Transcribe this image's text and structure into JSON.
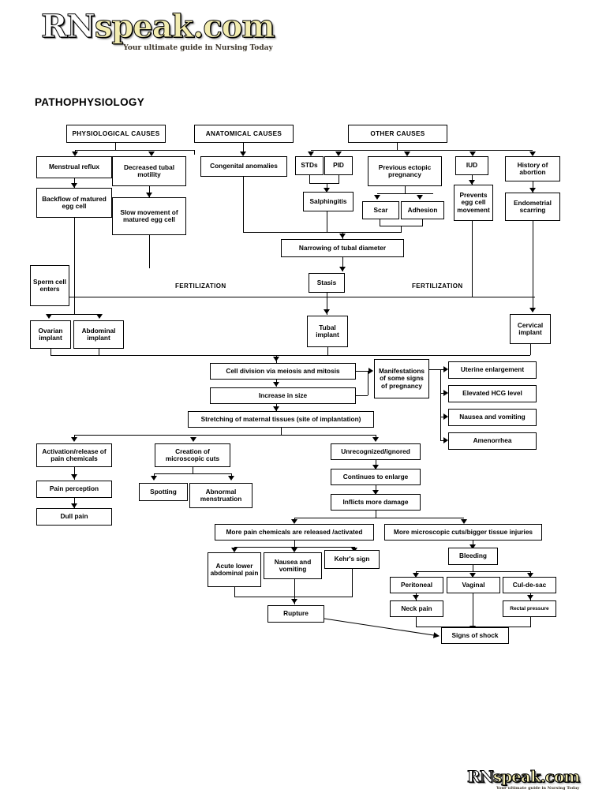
{
  "brand": {
    "logo_rn": "RN",
    "logo_speak": "speak.com",
    "tagline": "Your ultimate guide in Nursing Today"
  },
  "page_title": "PATHOPHYSIOLOGY",
  "labels": {
    "fertilization_left": "FERTILIZATION",
    "fertilization_right": "FERTILIZATION"
  },
  "chart_data": {
    "type": "diagram",
    "title": "PATHOPHYSIOLOGY",
    "subject": "Ectopic pregnancy pathophysiology flowchart"
  },
  "nodes": {
    "physiological_causes": "PHYSIOLOGICAL CAUSES",
    "anatomical_causes": "ANATOMICAL CAUSES",
    "other_causes": "OTHER CAUSES",
    "menstrual_reflux": "Menstrual reflux",
    "decreased_tubal_motility": "Decreased tubal motility",
    "congenital_anomalies": "Congenital anomalies",
    "stds": "STDs",
    "pid": "PID",
    "previous_ectopic_pregnancy": "Previous ectopic pregnancy",
    "iud": "IUD",
    "history_of_abortion": "History of abortion",
    "backflow_of_matured_egg_cell": "Backflow of matured egg cell",
    "slow_movement_of_matured_egg_cell": "Slow movement of matured egg cell",
    "salphingitis": "Salphingitis",
    "scar": "Scar",
    "adhesion": "Adhesion",
    "prevents_egg_cell_movement": "Prevents egg cell movement",
    "endometrial_scarring": "Endometrial scarring",
    "narrowing_of_tubal_diameter": "Narrowing of tubal diameter",
    "sperm_cell_enters": "Sperm cell enters",
    "stasis": "Stasis",
    "ovarian_implant": "Ovarian implant",
    "abdominal_implant": "Abdominal implant",
    "tubal_implant": "Tubal implant",
    "cervical_implant": "Cervical implant",
    "cell_division": "Cell division via meiosis and mitosis",
    "increase_in_size": "Increase in size",
    "manifestations": "Manifestations of some signs of pregnancy",
    "uterine_enlargement": "Uterine enlargement",
    "elevated_hcg_level": "Elevated HCG level",
    "nausea_and_vomiting_preg": "Nausea and vomiting",
    "amenorrhea": "Amenorrhea",
    "stretching_of_maternal_tissues": "Stretching of maternal tissues (site of implantation)",
    "activation_release_of_pain_chemicals": "Activation/release of pain chemicals",
    "creation_of_microscopic_cuts": "Creation of microscopic cuts",
    "unrecognized_ignored": "Unrecognized/ignored",
    "pain_perception": "Pain perception",
    "spotting": "Spotting",
    "abnormal_menstruation": "Abnormal menstruation",
    "continues_to_enlarge": "Continues to enlarge",
    "dull_pain": "Dull pain",
    "inflicts_more_damage": "Inflicts more damage",
    "more_pain_chemicals": "More pain chemicals are released /activated",
    "more_microscopic_cuts": "More microscopic cuts/bigger tissue injuries",
    "acute_lower_abdominal_pain": "Acute lower abdominal pain",
    "nausea_and_vomiting": "Nausea and vomiting",
    "kehrs_sign": "Kehr's sign",
    "bleeding": "Bleeding",
    "peritoneal": "Peritoneal",
    "vaginal": "Vaginal",
    "cul_de_sac": "Cul-de-sac",
    "neck_pain": "Neck pain",
    "rectal_pressure": "Rectal pressure",
    "rupture": "Rupture",
    "signs_of_shock": "Signs of shock"
  }
}
